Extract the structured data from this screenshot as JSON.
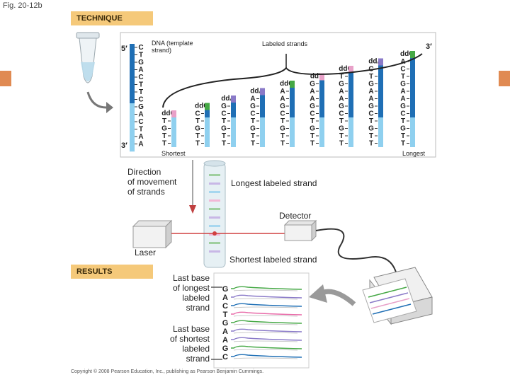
{
  "figure_label": "Fig. 20-12b",
  "technique_tag": "TECHNIQUE",
  "results_tag": "RESULTS",
  "template_label": "DNA (template strand)",
  "labeled_strands_label": "Labeled strands",
  "five_prime": "5′",
  "three_prime_left": "3′",
  "three_prime_right": "3′",
  "shortest_label": "Shortest",
  "longest_label": "Longest",
  "direction_label": [
    "Direction",
    "of movement",
    "of strands"
  ],
  "longest_strand_label": "Longest labeled strand",
  "detector_label": "Detector",
  "laser_label": "Laser",
  "shortest_strand_label": "Shortest labeled strand",
  "last_base_longest": [
    "Last base",
    "of longest",
    "labeled",
    "strand"
  ],
  "last_base_shortest": [
    "Last base",
    "of shortest",
    "labeled",
    "strand"
  ],
  "copyright": "Copyright © 2008 Pearson Education, Inc., publishing as Pearson Benjamin Cummings.",
  "template_bases": [
    "C",
    "T",
    "G",
    "A",
    "C",
    "T",
    "T",
    "C",
    "G",
    "A",
    "C",
    "T",
    "A",
    "A"
  ],
  "strands": [
    {
      "ddnt": "ddC",
      "bases": [
        "T",
        "G",
        "T",
        "T"
      ],
      "color": "#e8a0c8"
    },
    {
      "ddnt": "ddG",
      "bases": [
        "C",
        "T",
        "G",
        "T",
        "T"
      ],
      "color": "#45a845"
    },
    {
      "ddnt": "ddA",
      "bases": [
        "G",
        "C",
        "T",
        "G",
        "T",
        "T"
      ],
      "color": "#8a7ac8"
    },
    {
      "ddnt": "ddA",
      "bases": [
        "A",
        "G",
        "C",
        "T",
        "G",
        "T",
        "T"
      ],
      "color": "#8a7ac8"
    },
    {
      "ddnt": "ddG",
      "bases": [
        "A",
        "A",
        "G",
        "C",
        "T",
        "G",
        "T",
        "T"
      ],
      "color": "#45a845"
    },
    {
      "ddnt": "ddT",
      "bases": [
        "G",
        "A",
        "A",
        "G",
        "C",
        "T",
        "G",
        "T",
        "T"
      ],
      "color": "#e8a0c8"
    },
    {
      "ddnt": "ddC",
      "bases": [
        "T",
        "G",
        "A",
        "A",
        "G",
        "C",
        "T",
        "G",
        "T",
        "T"
      ],
      "color": "#e8a0c8"
    },
    {
      "ddnt": "ddA",
      "bases": [
        "C",
        "T",
        "G",
        "A",
        "A",
        "G",
        "C",
        "T",
        "G",
        "T",
        "T"
      ],
      "color": "#8a7ac8"
    },
    {
      "ddnt": "ddG",
      "bases": [
        "A",
        "C",
        "T",
        "G",
        "A",
        "A",
        "G",
        "C",
        "T",
        "G",
        "T",
        "T"
      ],
      "color": "#45a845"
    }
  ],
  "results_sequence": [
    "G",
    "A",
    "C",
    "T",
    "G",
    "A",
    "A",
    "G",
    "C"
  ],
  "colors": {
    "tag_fill": "#f5c97a",
    "side_bar": "#e08a52",
    "strand_dark": "#1f6fb5",
    "strand_light": "#8fd0ef",
    "laser_line": "#d04040"
  }
}
